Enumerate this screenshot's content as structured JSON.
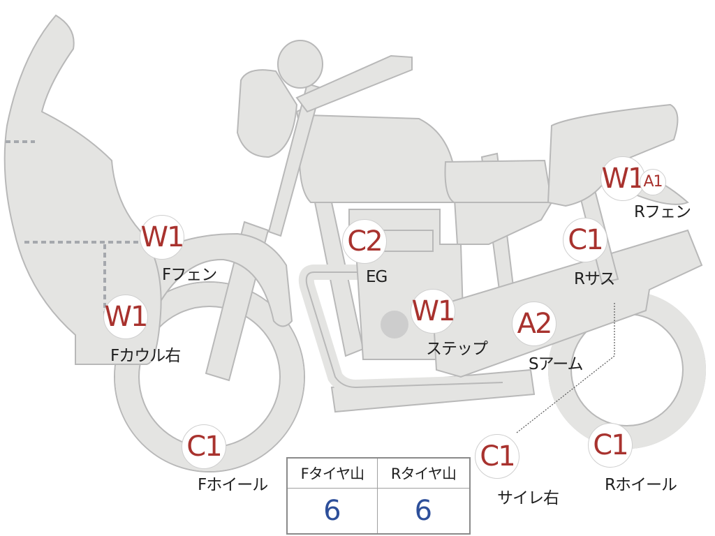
{
  "points": {
    "f_fender": {
      "grade": "W1",
      "label": "Fフェン"
    },
    "f_cowl_right": {
      "grade": "W1",
      "label": "Fカウル右"
    },
    "f_wheel": {
      "grade": "C1",
      "label": "Fホイール"
    },
    "engine": {
      "grade": "C2",
      "label": "EG"
    },
    "step": {
      "grade": "W1",
      "label": "ステップ"
    },
    "swing_arm": {
      "grade": "A2",
      "label": "Sアーム"
    },
    "muffler_right": {
      "grade": "C1",
      "label": "サイレ右"
    },
    "r_suspension": {
      "grade": "C1",
      "label": "Rサス"
    },
    "r_fender": {
      "grade": "W1",
      "grade2": "A1",
      "label": "Rフェン"
    },
    "r_wheel": {
      "grade": "C1",
      "label": "Rホイール"
    }
  },
  "tread_table": {
    "headers": [
      "Fタイヤ山",
      "Rタイヤ山"
    ],
    "values": [
      "6",
      "6"
    ]
  },
  "colors": {
    "body_fill": "#e4e4e2",
    "body_stroke": "#b8b8b8",
    "grade_text": "#a8322e",
    "value_text": "#2d4f9a"
  }
}
